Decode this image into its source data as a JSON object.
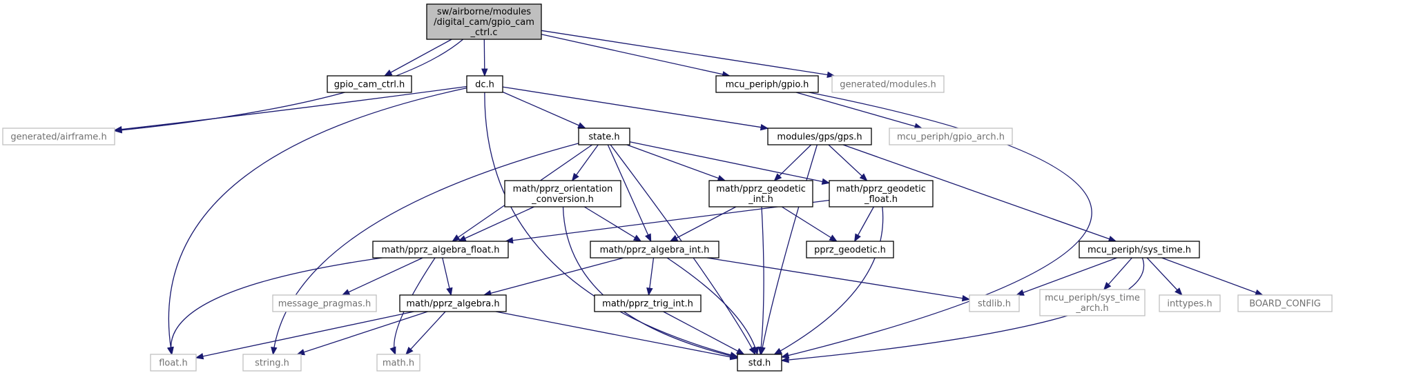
{
  "graph": {
    "nodes": {
      "gpio_cam_ctrl_c": {
        "lines": [
          "sw/airborne/modules",
          "/digital_cam/gpio_cam",
          "_ctrl.c"
        ],
        "style": "root"
      },
      "gpio_cam_ctrl_h": {
        "lines": [
          "gpio_cam_ctrl.h"
        ],
        "style": "normal"
      },
      "dc_h": {
        "lines": [
          "dc.h"
        ],
        "style": "normal"
      },
      "mcu_periph_gpio_h": {
        "lines": [
          "mcu_periph/gpio.h"
        ],
        "style": "normal"
      },
      "generated_modules_h": {
        "lines": [
          "generated/modules.h"
        ],
        "style": "external"
      },
      "generated_airframe_h": {
        "lines": [
          "generated/airframe.h"
        ],
        "style": "external"
      },
      "state_h": {
        "lines": [
          "state.h"
        ],
        "style": "normal"
      },
      "modules_gps_gps_h": {
        "lines": [
          "modules/gps/gps.h"
        ],
        "style": "normal"
      },
      "mcu_periph_gpio_arch_h": {
        "lines": [
          "mcu_periph/gpio_arch.h"
        ],
        "style": "external"
      },
      "pprz_orientation_conversion_h": {
        "lines": [
          "math/pprz_orientation",
          "_conversion.h"
        ],
        "style": "normal"
      },
      "pprz_geodetic_int_h": {
        "lines": [
          "math/pprz_geodetic",
          "_int.h"
        ],
        "style": "normal"
      },
      "pprz_geodetic_float_h": {
        "lines": [
          "math/pprz_geodetic",
          "_float.h"
        ],
        "style": "normal"
      },
      "pprz_algebra_float_h": {
        "lines": [
          "math/pprz_algebra_float.h"
        ],
        "style": "normal"
      },
      "pprz_algebra_int_h": {
        "lines": [
          "math/pprz_algebra_int.h"
        ],
        "style": "normal"
      },
      "pprz_geodetic_h": {
        "lines": [
          "pprz_geodetic.h"
        ],
        "style": "normal"
      },
      "mcu_periph_sys_time_h": {
        "lines": [
          "mcu_periph/sys_time.h"
        ],
        "style": "normal"
      },
      "message_pragmas_h": {
        "lines": [
          "message_pragmas.h"
        ],
        "style": "external"
      },
      "pprz_algebra_h": {
        "lines": [
          "math/pprz_algebra.h"
        ],
        "style": "normal"
      },
      "pprz_trig_int_h": {
        "lines": [
          "math/pprz_trig_int.h"
        ],
        "style": "normal"
      },
      "stdlib_h": {
        "lines": [
          "stdlib.h"
        ],
        "style": "external"
      },
      "mcu_periph_sys_time_arch_h": {
        "lines": [
          "mcu_periph/sys_time",
          "_arch.h"
        ],
        "style": "external"
      },
      "inttypes_h": {
        "lines": [
          "inttypes.h"
        ],
        "style": "external"
      },
      "board_config": {
        "lines": [
          "BOARD_CONFIG"
        ],
        "style": "external"
      },
      "float_h": {
        "lines": [
          "float.h"
        ],
        "style": "external"
      },
      "string_h": {
        "lines": [
          "string.h"
        ],
        "style": "external"
      },
      "math_h": {
        "lines": [
          "math.h"
        ],
        "style": "external"
      },
      "std_h": {
        "lines": [
          "std.h"
        ],
        "style": "normal"
      }
    },
    "edges": [
      [
        "gpio_cam_ctrl_c",
        "gpio_cam_ctrl_h"
      ],
      [
        "gpio_cam_ctrl_c",
        "dc_h"
      ],
      [
        "gpio_cam_ctrl_c",
        "mcu_periph_gpio_h"
      ],
      [
        "gpio_cam_ctrl_c",
        "generated_modules_h"
      ],
      [
        "gpio_cam_ctrl_c",
        "generated_airframe_h"
      ],
      [
        "dc_h",
        "generated_airframe_h"
      ],
      [
        "dc_h",
        "float_h"
      ],
      [
        "dc_h",
        "std_h"
      ],
      [
        "dc_h",
        "state_h"
      ],
      [
        "dc_h",
        "modules_gps_gps_h"
      ],
      [
        "mcu_periph_gpio_h",
        "mcu_periph_gpio_arch_h"
      ],
      [
        "mcu_periph_gpio_h",
        "std_h"
      ],
      [
        "state_h",
        "pprz_orientation_conversion_h"
      ],
      [
        "state_h",
        "pprz_geodetic_int_h"
      ],
      [
        "state_h",
        "pprz_geodetic_float_h"
      ],
      [
        "state_h",
        "pprz_algebra_float_h"
      ],
      [
        "state_h",
        "pprz_algebra_int_h"
      ],
      [
        "state_h",
        "std_h"
      ],
      [
        "state_h",
        "string_h"
      ],
      [
        "modules_gps_gps_h",
        "pprz_geodetic_int_h"
      ],
      [
        "modules_gps_gps_h",
        "pprz_geodetic_float_h"
      ],
      [
        "modules_gps_gps_h",
        "mcu_periph_sys_time_h"
      ],
      [
        "modules_gps_gps_h",
        "std_h"
      ],
      [
        "pprz_orientation_conversion_h",
        "pprz_algebra_float_h"
      ],
      [
        "pprz_orientation_conversion_h",
        "pprz_algebra_int_h"
      ],
      [
        "pprz_orientation_conversion_h",
        "std_h"
      ],
      [
        "pprz_geodetic_int_h",
        "pprz_algebra_int_h"
      ],
      [
        "pprz_geodetic_int_h",
        "pprz_geodetic_h"
      ],
      [
        "pprz_geodetic_int_h",
        "std_h"
      ],
      [
        "pprz_geodetic_float_h",
        "pprz_algebra_float_h"
      ],
      [
        "pprz_geodetic_float_h",
        "pprz_geodetic_h"
      ],
      [
        "pprz_geodetic_float_h",
        "std_h"
      ],
      [
        "pprz_algebra_float_h",
        "pprz_algebra_h"
      ],
      [
        "pprz_algebra_float_h",
        "message_pragmas_h"
      ],
      [
        "pprz_algebra_float_h",
        "float_h"
      ],
      [
        "pprz_algebra_float_h",
        "math_h"
      ],
      [
        "pprz_algebra_int_h",
        "pprz_algebra_h"
      ],
      [
        "pprz_algebra_int_h",
        "pprz_trig_int_h"
      ],
      [
        "pprz_algebra_int_h",
        "std_h"
      ],
      [
        "pprz_algebra_int_h",
        "stdlib_h"
      ],
      [
        "pprz_algebra_h",
        "float_h"
      ],
      [
        "pprz_algebra_h",
        "string_h"
      ],
      [
        "pprz_algebra_h",
        "math_h"
      ],
      [
        "pprz_algebra_h",
        "std_h"
      ],
      [
        "pprz_trig_int_h",
        "std_h"
      ],
      [
        "mcu_periph_sys_time_h",
        "stdlib_h"
      ],
      [
        "mcu_periph_sys_time_h",
        "mcu_periph_sys_time_arch_h"
      ],
      [
        "mcu_periph_sys_time_h",
        "inttypes_h"
      ],
      [
        "mcu_periph_sys_time_h",
        "board_config"
      ],
      [
        "mcu_periph_sys_time_h",
        "std_h"
      ]
    ],
    "colors": {
      "edge": "#191970",
      "root_fill": "#bfbfbf",
      "node_border": "#000000",
      "external_border": "#bfbfbf",
      "external_text": "#707070"
    }
  }
}
